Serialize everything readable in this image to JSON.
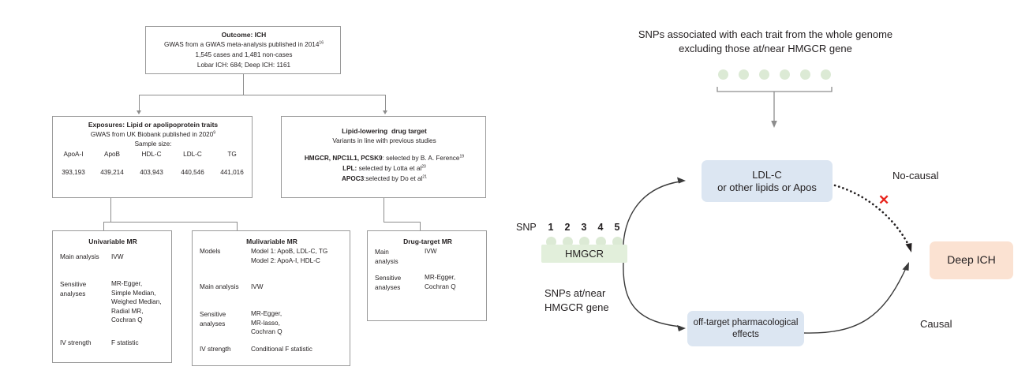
{
  "left_flowchart": {
    "outcome_box": {
      "title": "Outcome: ICH",
      "line1_pre": "GWAS from a GWAS meta-analysis published in 2014",
      "line1_sup": "16",
      "line2": "1,545 cases and 1,481 non-cases",
      "line3": "Lobar ICH: 684; Deep ICH: 1161"
    },
    "exposures_box": {
      "title": "Exposures: Lipid or apolipoprotein traits",
      "line1_pre": "GWAS from UK Biobank published in 2020",
      "line1_sup": "9",
      "line2": "Sample size:",
      "traits": [
        "ApoA-I",
        "ApoB",
        "HDL-C",
        "LDL-C",
        "TG"
      ],
      "sample_sizes": [
        "393,193",
        "439,214",
        "403,943",
        "440,546",
        "441,016"
      ]
    },
    "drug_target_box": {
      "title": "Lipid-lowering  drug target",
      "subtitle": "Variants in line with previous studies",
      "rows": [
        {
          "bold": "HMGCR, NPC1L1, PCSK9",
          "rest": ": selected by B. A. Ference",
          "sup": "19"
        },
        {
          "bold": "LPL:",
          "rest": " selected by Lotta et al",
          "sup": "20"
        },
        {
          "bold": "APOC3",
          "rest": ":selected by Do et al",
          "sup": "21"
        }
      ]
    },
    "univariable_box": {
      "title": "Univariable MR",
      "rows": [
        {
          "label": "Main analysis",
          "values": [
            "IVW"
          ]
        },
        {
          "label": "Sensitive\nanalyses",
          "values": [
            "MR-Egger,",
            "Simple Median,",
            "Weighed Median,",
            "Radial MR,",
            "Cochran Q"
          ]
        },
        {
          "label": "IV strength",
          "values": [
            "F statistic"
          ]
        }
      ]
    },
    "multivariable_box": {
      "title": "Mulivariable MR",
      "rows": [
        {
          "label": "Models",
          "values": [
            "Model 1: ApoB, LDL-C, TG",
            "Model 2: ApoA-I, HDL-C"
          ]
        },
        {
          "label": "Main analysis",
          "values": [
            "IVW"
          ]
        },
        {
          "label": "Sensitive\nanalyses",
          "values": [
            "MR-Egger,",
            "MR-lasso,",
            "Cochran Q"
          ]
        },
        {
          "label": "IV strength",
          "values": [
            "Conditional F statistic"
          ]
        }
      ]
    },
    "drugtarget_mr_box": {
      "title": "Drug-target MR",
      "rows": [
        {
          "label": "Main\nanalysis",
          "values": [
            "IVW"
          ]
        },
        {
          "label": "Sensitive\nanalyses",
          "values": [
            "MR-Egger,",
            "Cochran Q"
          ]
        }
      ]
    }
  },
  "right_diagram": {
    "top_caption_line1": "SNPs associated with each trait from the whole genome",
    "top_caption_line2": "excluding those at/near HMGCR gene",
    "snp_label": "SNP",
    "snp_numbers": [
      "1",
      "2",
      "3",
      "4",
      "5"
    ],
    "gene_label": "HMGCR",
    "snp_caption_line1": "SNPs at/near",
    "snp_caption_line2": "HMGCR gene",
    "ldl_box_line1": "LDL-C",
    "ldl_box_line2": "or other lipids or Apos",
    "offtarget_box_line1": "off-target pharmacological",
    "offtarget_box_line2": "effects",
    "outcome_box": "Deep ICH",
    "no_causal_label": "No-causal",
    "causal_label": "Causal",
    "cross_mark": "✕",
    "colors": {
      "blue_box": "#dce6f2",
      "peach_box": "#fbe2d2",
      "green_bar": "#e2efdb",
      "green_dot": "#dcead5",
      "cross_red": "#e8241c"
    }
  }
}
